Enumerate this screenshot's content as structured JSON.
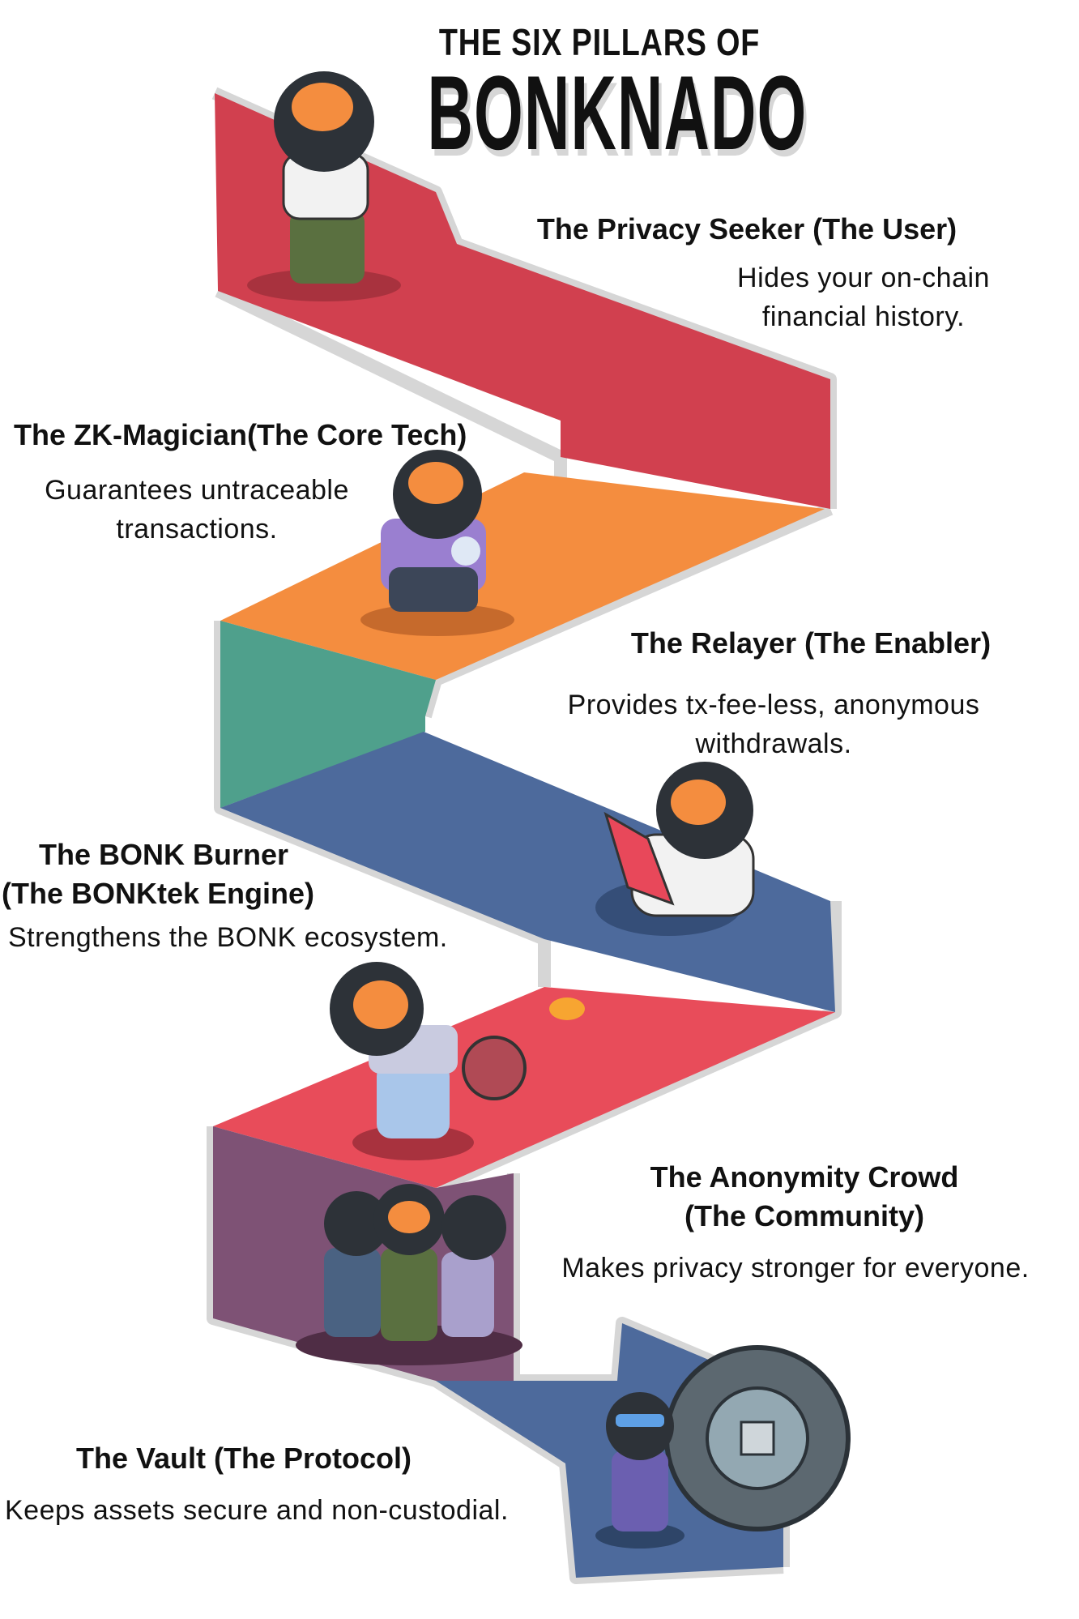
{
  "title": {
    "line1": "THE SIX PILLARS OF",
    "line2": "BONKNADO"
  },
  "pillars": [
    {
      "heading": "The Privacy Seeker (The User)",
      "desc": [
        "Hides your on-chain",
        "financial history."
      ]
    },
    {
      "heading": "The ZK-Magician(The Core Tech)",
      "desc": [
        "Guarantees untraceable",
        "transactions."
      ]
    },
    {
      "heading": "The Relayer (The Enabler)",
      "desc": [
        "Provides tx-fee-less, anonymous",
        "withdrawals."
      ]
    },
    {
      "heading": [
        "The BONK Burner",
        "(The BONKtek Engine)"
      ],
      "desc": [
        "Strengthens the BONK ecosystem."
      ]
    },
    {
      "heading": [
        "The Anonymity Crowd",
        "(The Community)"
      ],
      "desc": [
        "Makes privacy stronger for everyone."
      ]
    },
    {
      "heading": "The Vault (The Protocol)",
      "desc": [
        "Keeps assets secure and non-custodial."
      ]
    }
  ],
  "colors": {
    "red": "#d1404f",
    "orange": "#f48d3f",
    "teal": "#4fa08c",
    "blue": "#4d6a9c",
    "red2": "#e84c5a",
    "purple": "#7e5275",
    "outline": "#d6d6d6"
  }
}
